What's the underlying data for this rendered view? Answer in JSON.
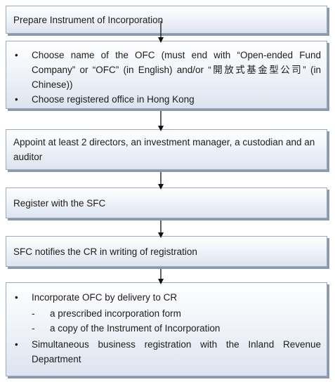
{
  "steps": [
    {
      "text": "Prepare Instrument of  Incorporation"
    },
    {
      "bullets": [
        "Choose name of the OFC (must end with “Open-ended Fund Company” or “OFC” (in English) and/or “開放式基金型公司” (in Chinese))",
        "Choose registered office in Hong Kong"
      ]
    },
    {
      "text": "Appoint at least 2 directors, an investment manager, a custodian and an auditor"
    },
    {
      "text": "Register with the SFC"
    },
    {
      "text": "SFC notifies the CR in writing of registration"
    },
    {
      "bullets": [
        "Incorporate OFC by delivery to CR",
        "Simultaneous business registration with the Inland Revenue Department"
      ],
      "sub_items": [
        "a prescribed incorporation form",
        "a copy of the Instrument of Incorporation"
      ]
    }
  ],
  "colors": {
    "box_border": "#9aaac2",
    "box_shadow": "#8c9aa8",
    "arrow": "#111111",
    "text": "#1c1c1c"
  }
}
